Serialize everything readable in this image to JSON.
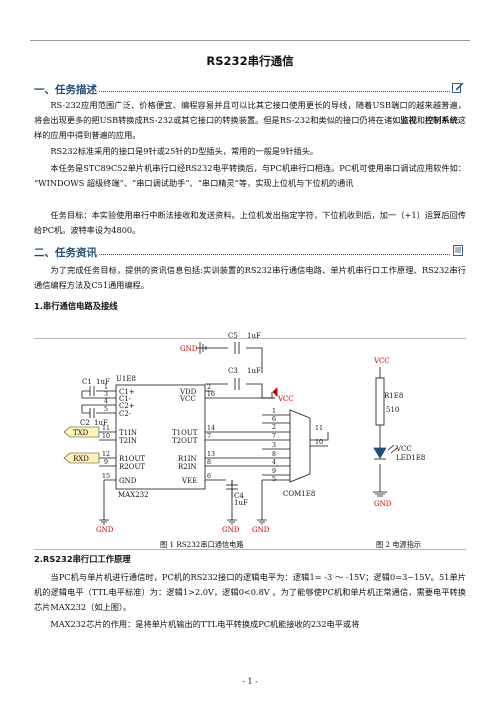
{
  "document": {
    "title": "RS232串行通信",
    "page_number": "- 1 -"
  },
  "section1": {
    "heading": "一、任务描述",
    "para1_a": "RS-232应用范围广泛、价格便宜、编程容易并且可以比其它接口使用更长的导线，随着USB端口的越来越普遍，将会出现更多的把USB转换成RS-232或其它接口的转换装置。但是RS-232和类似的接口仍将在诸如",
    "para1_b1": "监视",
    "para1_c": "和",
    "para1_b2": "控制系统",
    "para1_d": "这样的应用中得到普遍的应用。",
    "para2": "RS232标准采用的接口是9针或25针的D型插头，常用的一般是9针插头。",
    "para3": "本任务是STC89C52单片机串行口经RS232电平转换后，与PC机串行口相连。PC机可使用串口调试应用软件如：  “WINDOWS 超级终端”、“串口调试助手”、“串口精灵”等，实现上位机与下位机的通讯",
    "para4": "任务目标：本实验使用串行中断法接收和发送资料。上位机发出指定字符，下位机收到后，加一（+1）运算后回传给PC机。波特率设为4800。"
  },
  "section2": {
    "heading": "二、任务资讯",
    "para1": "为了完成任务目标，提供的资讯信息包括:实训装置的RS232串行通信电路、单片机串行口工作原理、RS232串行通信编程方法及C51通用编程。",
    "sub1": "1.串行通信电路及接线"
  },
  "circuit": {
    "gnd": "GND",
    "c5": "C5",
    "c5_val": "1uF",
    "c3": "C3",
    "c3_val": "1uF",
    "u1": "U1E8",
    "c1": "C1",
    "c1_val": "1uF",
    "c2": "C2",
    "c2_val": "1uF",
    "txd": "TXD",
    "rxd": "RXD",
    "pin_c1p": "C1+",
    "pin_c1m": "C1-",
    "pin_c2p": "C2+",
    "pin_c2m": "C2-",
    "pin_t1in": "T1IN",
    "pin_t2in": "T2IN",
    "pin_r1out": "R1OUT",
    "pin_r2out": "R2OUT",
    "pin_gnd": "GND",
    "pin_vdd": "VDD",
    "pin_vcc": "VCC",
    "pin_t1out": "T1OUT",
    "pin_t2out": "T2OUT",
    "pin_r1in": "R1IN",
    "pin_r2in": "R2IN",
    "pin_vee": "VEE",
    "chip": "MAX232",
    "vcc": "VCC",
    "c4": "C4",
    "c4_val": "1uF",
    "com": "COM1E8",
    "r1": "R1E8",
    "r1_val": "510",
    "led_vcc": "VCC",
    "led": "LED1E8",
    "led_gnd": "GND",
    "pins": {
      "p1": "1",
      "p3": "3",
      "p4": "4",
      "p5": "5",
      "p11": "11",
      "p10": "10",
      "p12": "12",
      "p9": "9",
      "p15": "15",
      "p2": "2",
      "p16": "16",
      "p14": "14",
      "p7": "7",
      "p13": "13",
      "p8": "8",
      "p6": "6",
      "d1": "1",
      "d6": "6",
      "d2": "2",
      "d7": "7",
      "d3": "3",
      "d8": "8",
      "d4": "4",
      "d9": "9",
      "d5": "5",
      "d11": "11",
      "d10": "10"
    }
  },
  "figure": {
    "caption1": "图 1  RS232串口通信电路",
    "caption2": "图 2  电源指示"
  },
  "section3": {
    "heading": "2.RS232串行口工作原理",
    "para1": "当PC机与单片机进行通信时，PC机的RS232接口的逻辑电平为：逻辑1= -3 ～ -15V；逻辑0=3~15V。51单片机的逻辑电平（TTL电平标准）为：逻辑1>2.0V，逻辑0<0.8V 。为了能够使PC机和单片机正常通信，需要电平转换芯片MAX232（如上图）。",
    "para2": "MAX232芯片的作用：是将单片机输出的TTL电平转换成PC机能接收的232电平或将"
  }
}
